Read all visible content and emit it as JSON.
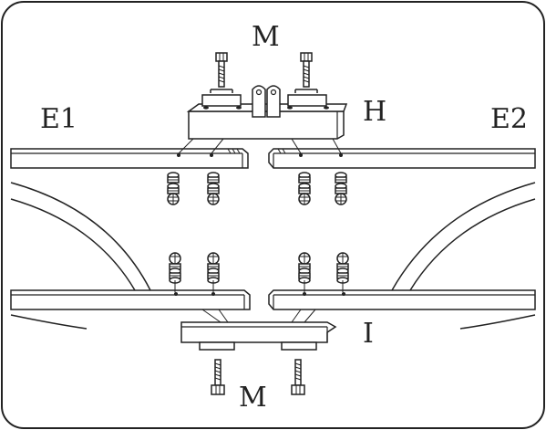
{
  "labels": {
    "m_top": "M",
    "m_bottom": "M",
    "h": "H",
    "i": "I",
    "e1": "E1",
    "e2": "E2"
  },
  "colors": {
    "stroke": "#222222",
    "fill": "#ffffff",
    "background": "#ffffff"
  }
}
